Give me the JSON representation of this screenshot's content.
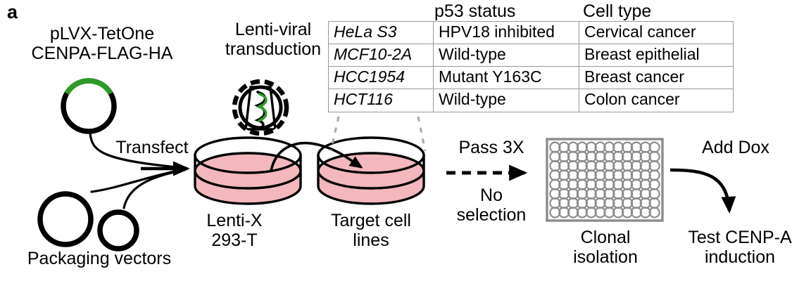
{
  "figure": {
    "panel_letter": "a",
    "colors": {
      "dish_fill": "#f2b8bd",
      "plasmid_insert_green": "#2e9b28",
      "outline_black": "#000000",
      "table_border_gray": "#9a9a9a",
      "plate_gray": "#8c8c8c",
      "dashed_leader_gray": "#a8a8a8"
    }
  },
  "labels": {
    "plasmid_line1": "pLVX-TetOne",
    "plasmid_line2": "CENPA-FLAG-HA",
    "lentiviral_line1": "Lenti-viral",
    "lentiviral_line2": "transduction",
    "transfect": "Transfect",
    "packaging_vectors": "Packaging vectors",
    "lentix_line1": "Lenti-X",
    "lentix_line2": "293-T",
    "target_line1": "Target cell",
    "target_line2": "lines",
    "pass_3x": "Pass 3X",
    "no_selection_line1": "No",
    "no_selection_line2": "selection",
    "clonal_line1": "Clonal",
    "clonal_line2": "isolation",
    "add_dox": "Add Dox",
    "test_line1": "Test CENP-A",
    "test_line2": "induction"
  },
  "table": {
    "headers": {
      "p53_status": "p53 status",
      "cell_type": "Cell type"
    },
    "rows": [
      {
        "name": "HeLa S3",
        "p53_status": "HPV18 inhibited",
        "cell_type": "Cervical cancer"
      },
      {
        "name": "MCF10-2A",
        "p53_status": "Wild-type",
        "cell_type": "Breast epithelial"
      },
      {
        "name": "HCC1954",
        "p53_status": "Mutant Y163C",
        "cell_type": "Breast cancer"
      },
      {
        "name": "HCT116",
        "p53_status": "Wild-type",
        "cell_type": "Colon cancer"
      }
    ]
  },
  "plate": {
    "columns": 12,
    "rows": 8,
    "well_count": 96
  }
}
